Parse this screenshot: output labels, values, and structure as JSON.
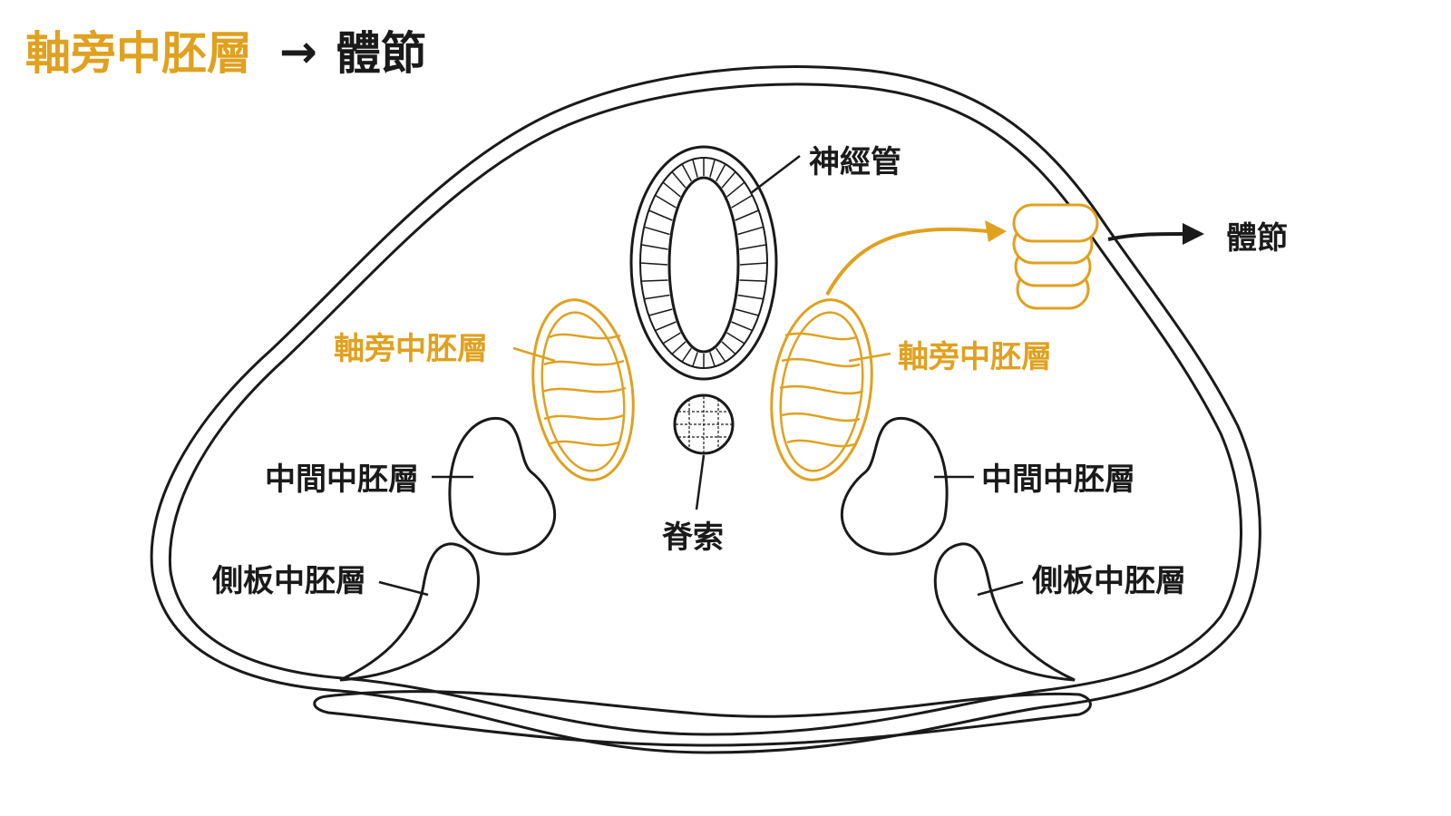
{
  "title": {
    "highlight": "軸旁中胚層",
    "arrow": "→",
    "result": "體節"
  },
  "labels": {
    "neural_tube": "神經管",
    "paraxial_left": "軸旁中胚層",
    "paraxial_right": "軸旁中胚層",
    "intermediate_left": "中間中胚層",
    "intermediate_right": "中間中胚層",
    "lateral_left": "側板中胚層",
    "lateral_right": "側板中胚層",
    "notochord": "脊索",
    "somite": "體節"
  },
  "colors": {
    "accent": "#e0a11f",
    "line": "#1a1a1a",
    "background": "#ffffff"
  }
}
